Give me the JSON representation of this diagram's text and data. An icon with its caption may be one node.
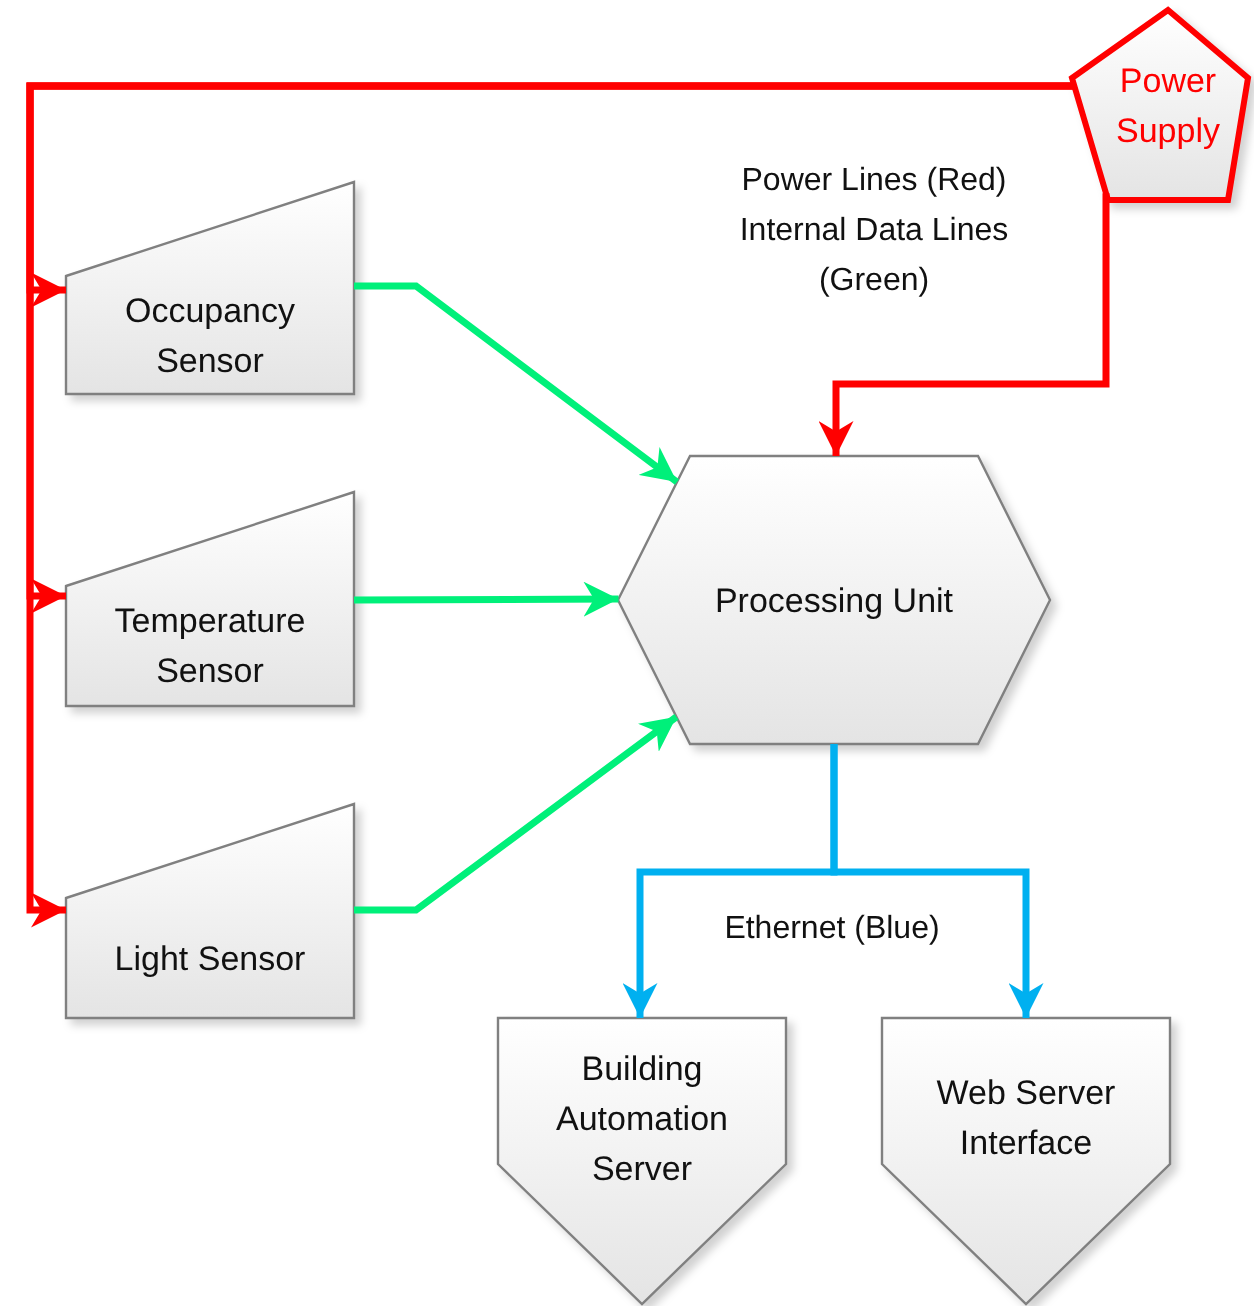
{
  "diagram": {
    "nodes": [
      {
        "text": [
          "Power Supply"
        ]
      },
      {
        "text": [
          "Occupancy Sensor"
        ]
      },
      {
        "text": [
          "Temperature Sensor"
        ]
      },
      {
        "text": [
          "Light Sensor"
        ]
      },
      {
        "text": [
          "Processing Unit"
        ]
      },
      {
        "text": [
          "Building Automation Server"
        ]
      },
      {
        "text": [
          "Web Server Interface"
        ]
      }
    ],
    "edges": [
      {
        "from": 0,
        "to": 1,
        "arrow": "to",
        "color": "#ff0000"
      },
      {
        "from": 0,
        "to": 2,
        "arrow": "to",
        "color": "#ff0000"
      },
      {
        "from": 0,
        "to": 3,
        "arrow": "to",
        "color": "#ff0000"
      },
      {
        "from": 0,
        "to": 4,
        "arrow": "to",
        "color": "#ff0000"
      },
      {
        "from": 1,
        "to": 4,
        "arrow": "to",
        "color": "#00f07a"
      },
      {
        "from": 2,
        "to": 4,
        "arrow": "to",
        "color": "#00f07a"
      },
      {
        "from": 3,
        "to": 4,
        "arrow": "to",
        "color": "#00f07a"
      },
      {
        "from": 4,
        "to": 5,
        "arrow": "to",
        "color": "#00b0f0"
      },
      {
        "from": 4,
        "to": 6,
        "arrow": "to",
        "color": "#00b0f0"
      }
    ],
    "labels": [
      "Power Lines (Red) Internal Data Lines (Green)",
      "Ethernet (Blue)"
    ]
  }
}
